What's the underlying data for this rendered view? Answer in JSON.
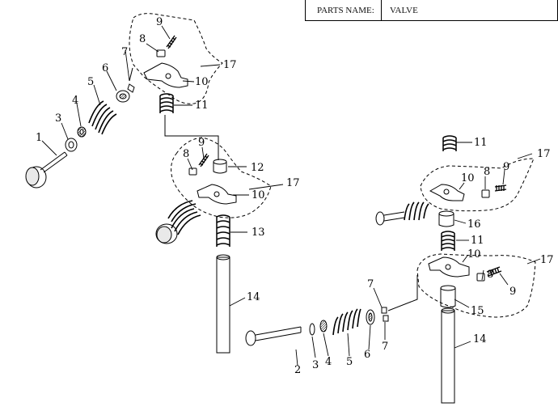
{
  "header": {
    "label": "PARTS NAME:",
    "value": "VALVE"
  },
  "callouts": {
    "c1": "1",
    "c2": "2",
    "c3": "3",
    "c4": "4",
    "c5": "5",
    "c6": "6",
    "c7": "7",
    "c8": "8",
    "c9": "9",
    "c10": "10",
    "c11": "11",
    "c12": "12",
    "c13": "13",
    "c14": "14",
    "c15": "15",
    "c16": "16",
    "c17": "17"
  }
}
